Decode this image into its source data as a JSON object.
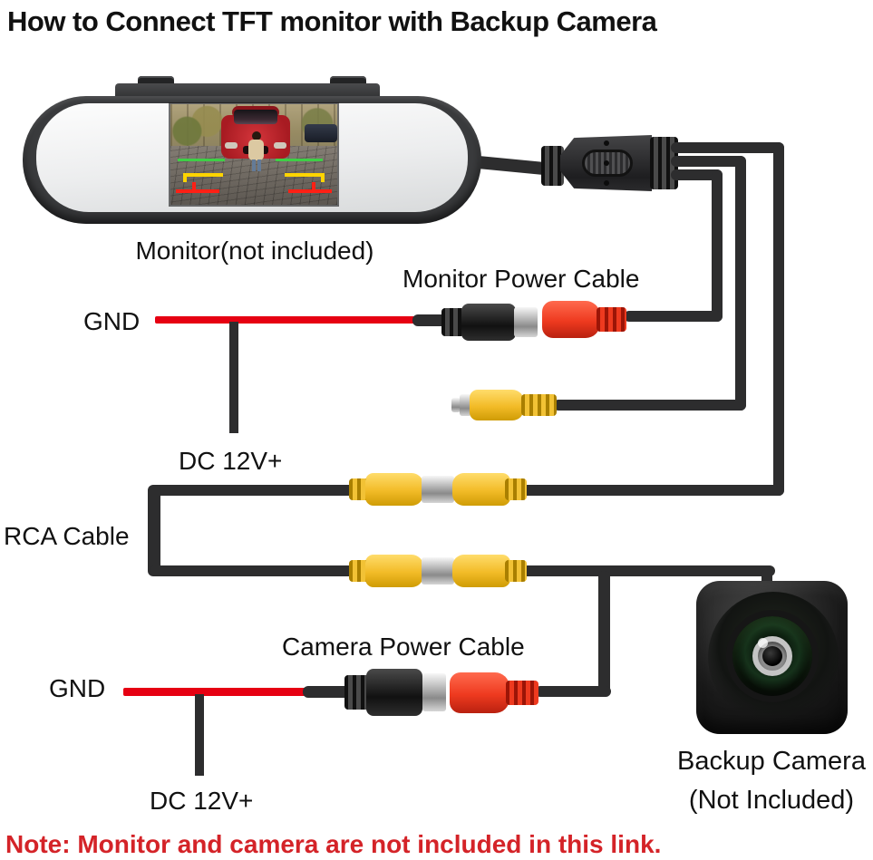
{
  "title": "How to Connect TFT monitor with Backup Camera",
  "labels": {
    "monitor": "Monitor(not included)",
    "monitor_power_cable": "Monitor Power Cable",
    "gnd_top": "GND",
    "dc12v_top": "DC 12V+",
    "rca_cable": "RCA Cable",
    "camera_power_cable": "Camera Power Cable",
    "gnd_bottom": "GND",
    "dc12v_bottom": "DC 12V+",
    "backup_camera_line1": "Backup Camera",
    "backup_camera_line2": "(Not Included)"
  },
  "note": "Note: Monitor and camera are not included in this link.",
  "colors": {
    "cable_black": "#2d2d2e",
    "wire_red": "#e60012",
    "connector_red": "#ee3a1f",
    "rca_yellow": "#f2c235",
    "silver": "#c9c9c9",
    "note_red": "#d42328",
    "text_black": "#111111"
  }
}
